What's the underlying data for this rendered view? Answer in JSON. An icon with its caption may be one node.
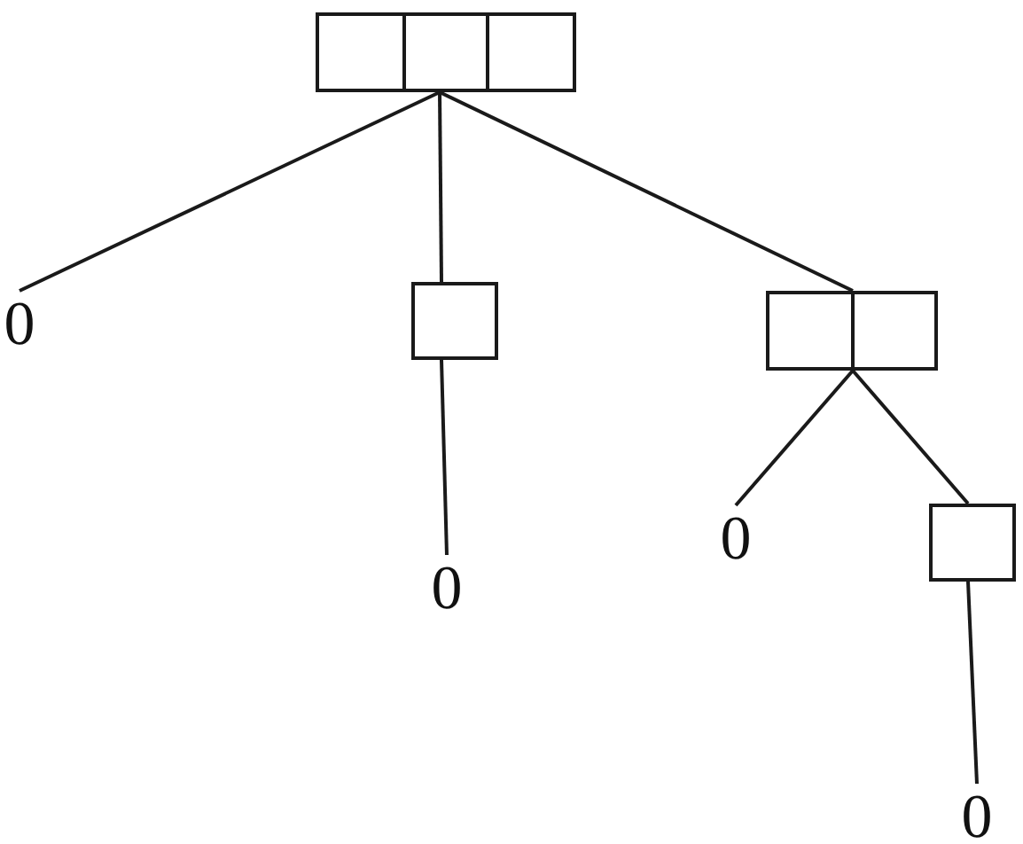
{
  "diagram": {
    "nodes": [
      {
        "text": [],
        "shape": "box"
      },
      {
        "text": [
          "0"
        ]
      },
      {
        "text": [],
        "shape": "box"
      },
      {
        "text": [],
        "shape": "box"
      },
      {
        "text": [
          "0"
        ]
      },
      {
        "text": [
          "0"
        ]
      },
      {
        "text": [],
        "shape": "box"
      },
      {
        "text": [
          "0"
        ]
      }
    ],
    "edges": [
      {
        "from": 0,
        "to": 1,
        "arrow": "none"
      },
      {
        "from": 0,
        "to": 2,
        "arrow": "none"
      },
      {
        "from": 0,
        "to": 3,
        "arrow": "none"
      },
      {
        "from": 2,
        "to": 4,
        "arrow": "none"
      },
      {
        "from": 3,
        "to": 5,
        "arrow": "none"
      },
      {
        "from": 3,
        "to": 6,
        "arrow": "none"
      },
      {
        "from": 6,
        "to": 7,
        "arrow": "none"
      }
    ]
  }
}
